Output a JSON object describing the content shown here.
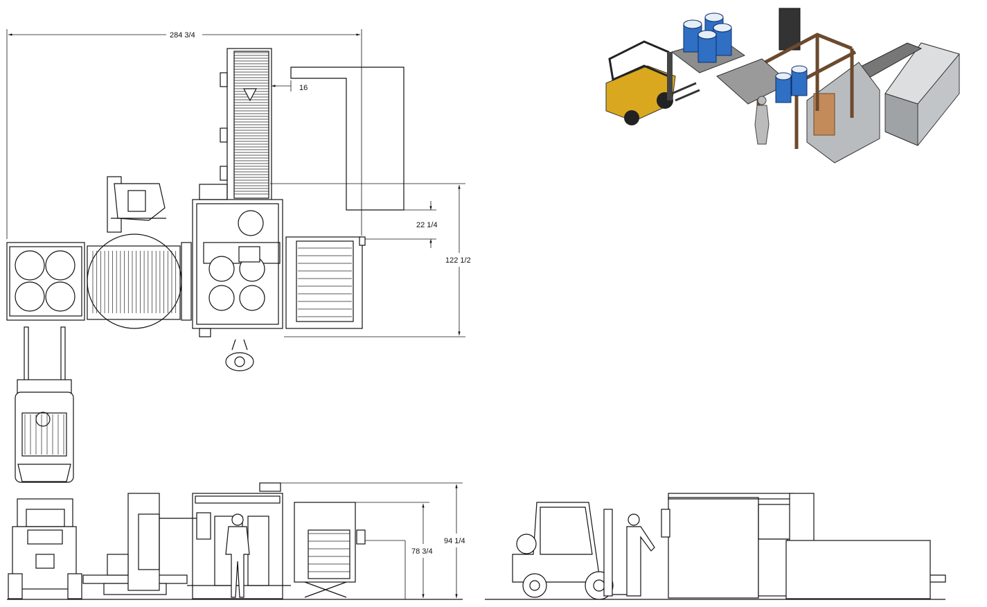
{
  "drawing": {
    "dimensions": {
      "overall_width": "284 3/4",
      "offset": "16",
      "clearance": "22 1/4",
      "overall_depth": "122 1/2",
      "working_height": "78 3/4",
      "overall_height": "94 1/4"
    },
    "views": [
      "plan-view",
      "forklift-top-view",
      "front-elevation",
      "side-elevation",
      "isometric-render"
    ],
    "colors": {
      "forklift": "#d9a81e",
      "drums": "#2f6fc4",
      "frame": "#6b4a2e",
      "enclosure": "#b9bcbf",
      "line": "#111111"
    }
  }
}
